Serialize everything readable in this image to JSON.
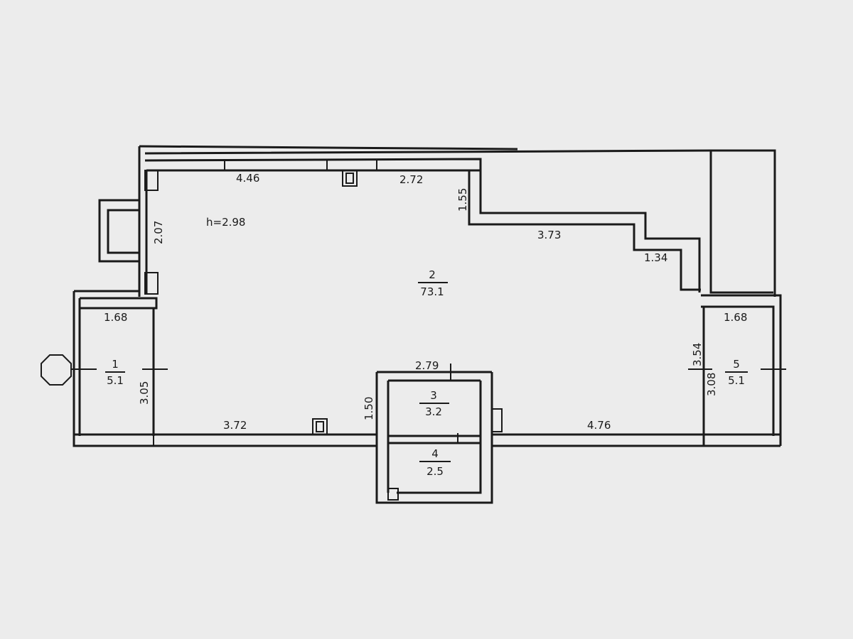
{
  "ceiling_height": "h=2.98",
  "rooms": [
    {
      "number": "1",
      "area": "5.1"
    },
    {
      "number": "2",
      "area": "73.1"
    },
    {
      "number": "3",
      "area": "3.2"
    },
    {
      "number": "4",
      "area": "2.5"
    },
    {
      "number": "5",
      "area": "5.1"
    }
  ],
  "dimensions": {
    "top_left": "4.46",
    "top_right": "2.72",
    "step_vertical": "1.55",
    "step_horizontal": "3.73",
    "step_small": "1.34",
    "left_wall": "2.07",
    "balcony_left_width": "1.68",
    "balcony_left_height": "3.05",
    "balcony_right_width": "1.68",
    "right_wall": "3.54",
    "balcony_right_height": "3.08",
    "bottom_left": "3.72",
    "bottom_right": "4.76",
    "bath_width": "2.79",
    "bath_height": "1.50"
  }
}
